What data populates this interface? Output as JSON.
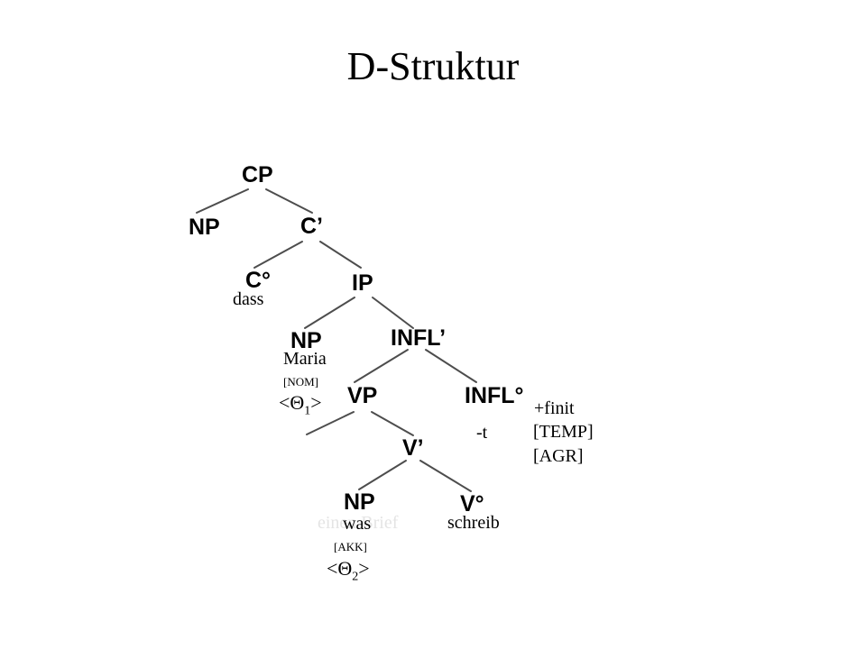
{
  "title": "D-Struktur",
  "nodes": {
    "cp": "CP",
    "np_spec_cp": "NP",
    "c_bar": "C’",
    "c_head": "C°",
    "ip": "IP",
    "np_subject": "NP",
    "infl_bar": "INFL’",
    "vp": "VP",
    "infl_head": "INFL°",
    "v_bar": "V’",
    "np_object": "NP",
    "v_head": "V°"
  },
  "lexical": {
    "complementizer": "dass",
    "subject": "Maria",
    "subject_case": "[NOM]",
    "subject_theta_prefix": "<Θ",
    "subject_theta_index": "1",
    "subject_theta_suffix": ">",
    "inflection": "-t",
    "object_faded": "einen Brief",
    "object": "was",
    "object_case": "[AKK]",
    "object_theta_prefix": "<Θ",
    "object_theta_index": "2",
    "object_theta_suffix": ">",
    "verb": "schreib"
  },
  "features": [
    "+finit",
    "[TEMP]",
    "[AGR]"
  ]
}
